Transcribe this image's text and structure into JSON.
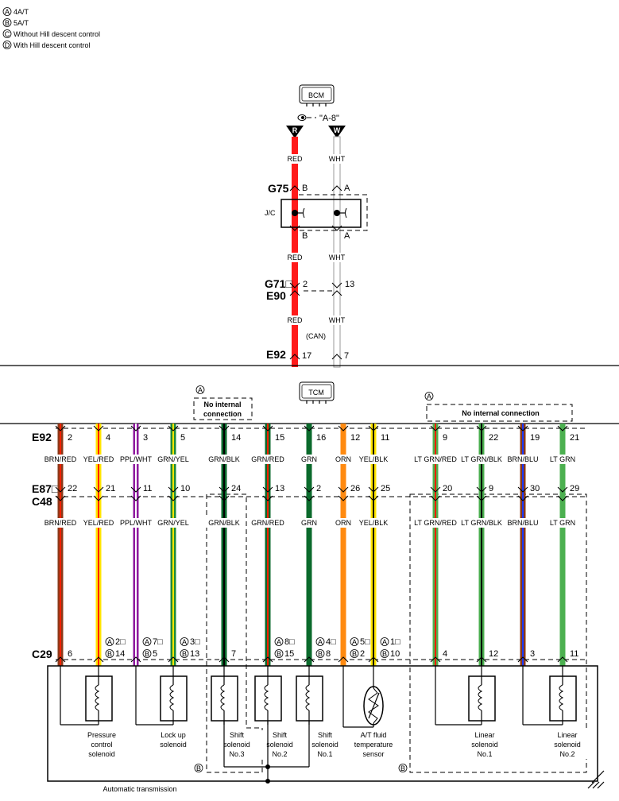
{
  "legend": [
    {
      "mark": "A",
      "text": "4A/T"
    },
    {
      "mark": "B",
      "text": "5A/T"
    },
    {
      "mark": "C",
      "text": "Without Hill descent control"
    },
    {
      "mark": "D",
      "text": "With Hill descent control"
    }
  ],
  "bcm": {
    "label": "BCM",
    "ref": "\"A-8\"",
    "icon": "eye-icon"
  },
  "tcm": {
    "label": "TCM"
  },
  "connectors": {
    "g75": "G75",
    "jc": "J/C",
    "g71": "G71□",
    "e90": "E90",
    "e92_top": "E92",
    "e92": "E92",
    "e87": "E87□",
    "c48": "C48",
    "c29": "C29"
  },
  "can_label": "(CAN)",
  "can_wires": [
    {
      "terminal": "R",
      "code": "RED",
      "g75_pin": "B",
      "g71_pin": "2",
      "e92_pin": "17",
      "color": "#ff1a1a"
    },
    {
      "terminal": "W",
      "code": "WHT",
      "g75_pin": "A",
      "g71_pin": "13",
      "e92_pin": "7",
      "color": "#ffffff"
    }
  ],
  "no_internal_left": {
    "mark": "A",
    "lines": [
      "No internal",
      "connection"
    ]
  },
  "no_internal_right": {
    "mark": "A",
    "lines": [
      "No internal connection"
    ]
  },
  "wires": [
    {
      "code": "BRN/RED",
      "e92": "2",
      "e87": "22",
      "c29": "6",
      "a": "",
      "b": "",
      "base": "#8b3a1a",
      "stripe": "#ff2000"
    },
    {
      "code": "YEL/RED",
      "e92": "4",
      "e87": "21",
      "c29": "",
      "a": "2□",
      "b": "14",
      "base": "#ffe600",
      "stripe": "#ff2000"
    },
    {
      "code": "PPL/WHT",
      "e92": "3",
      "e87": "11",
      "c29": "",
      "a": "7□",
      "b": "5",
      "base": "#8e1a9e",
      "stripe": "#ffffff"
    },
    {
      "code": "GRN/YEL",
      "e92": "5",
      "e87": "10",
      "c29": "",
      "a": "3□",
      "b": "13",
      "base": "#1f8a3a",
      "stripe": "#ffe600"
    },
    {
      "code": "GRN/BLK",
      "e92": "14",
      "e87": "24",
      "c29": "7",
      "a": "",
      "b": "",
      "base": "#0b6a2c",
      "stripe": "#000000"
    },
    {
      "code": "GRN/RED",
      "e92": "15",
      "e87": "13",
      "c29": "",
      "a": "8□",
      "b": "15",
      "base": "#0b6a2c",
      "stripe": "#ff2000"
    },
    {
      "code": "GRN",
      "e92": "16",
      "e87": "2",
      "c29": "",
      "a": "4□",
      "b": "8",
      "base": "#0b6a2c",
      "stripe": ""
    },
    {
      "code": "ORN",
      "e92": "12",
      "e87": "26",
      "c29": "",
      "a": "5□",
      "b": "2",
      "base": "#ff8a10",
      "stripe": ""
    },
    {
      "code": "YEL/BLK",
      "e92": "11",
      "e87": "25",
      "c29": "",
      "a": "1□",
      "b": "10",
      "base": "#ffe600",
      "stripe": "#000000"
    },
    {
      "code": "LT GRN/RED",
      "e92": "9",
      "e87": "20",
      "c29": "4",
      "a": "",
      "b": "",
      "base": "#4cb050",
      "stripe": "#ff2000"
    },
    {
      "code": "LT GRN/BLK",
      "e92": "22",
      "e87": "9",
      "c29": "12",
      "a": "",
      "b": "",
      "base": "#4cb050",
      "stripe": "#000000"
    },
    {
      "code": "BRN/BLU",
      "e92": "19",
      "e87": "30",
      "c29": "3",
      "a": "",
      "b": "",
      "base": "#8b3a1a",
      "stripe": "#1a3aff"
    },
    {
      "code": "LT GRN",
      "e92": "21",
      "e87": "29",
      "c29": "11",
      "a": "",
      "b": "",
      "base": "#4cb050",
      "stripe": ""
    }
  ],
  "components": [
    {
      "lines": [
        "Pressure",
        "control",
        "solenoid"
      ],
      "type": "coil"
    },
    {
      "lines": [
        "Lock up",
        "solenoid"
      ],
      "type": "coil"
    },
    {
      "lines": [
        "Shift",
        "solenoid",
        "No.3"
      ],
      "type": "coil"
    },
    {
      "lines": [
        "Shift",
        "solenoid",
        "No.2"
      ],
      "type": "coil"
    },
    {
      "lines": [
        "Shift",
        "solenoid",
        "No.1"
      ],
      "type": "coil"
    },
    {
      "lines": [
        "A/T fluid",
        "temperature",
        "sensor"
      ],
      "type": "thermistor"
    },
    {
      "lines": [
        "Linear",
        "solenoid",
        "No.1"
      ],
      "type": "coil"
    },
    {
      "lines": [
        "Linear",
        "solenoid",
        "No.2"
      ],
      "type": "coil"
    }
  ],
  "b_mark": "B",
  "transmission_label": "Automatic transmission"
}
